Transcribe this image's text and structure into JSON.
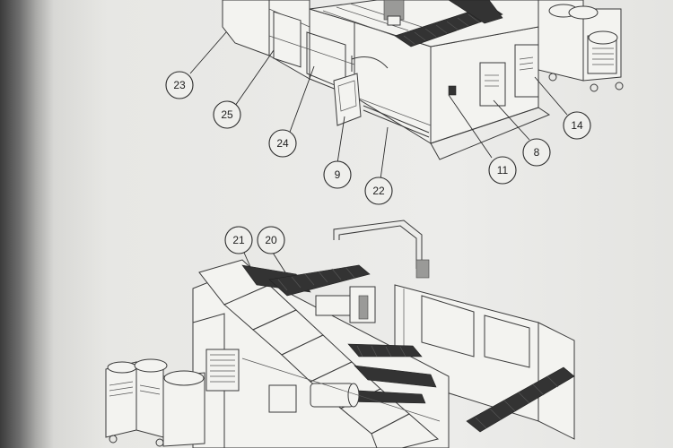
{
  "diagram": {
    "upper_view": {
      "callouts": [
        {
          "id": "c23",
          "label": "23"
        },
        {
          "id": "c25",
          "label": "25"
        },
        {
          "id": "c24",
          "label": "24"
        },
        {
          "id": "c9",
          "label": "9"
        },
        {
          "id": "c22",
          "label": "22"
        },
        {
          "id": "c11",
          "label": "11"
        },
        {
          "id": "c8",
          "label": "8"
        },
        {
          "id": "c14",
          "label": "14"
        }
      ]
    },
    "lower_view": {
      "callouts": [
        {
          "id": "c21",
          "label": "21"
        },
        {
          "id": "c20",
          "label": "20"
        }
      ]
    }
  }
}
